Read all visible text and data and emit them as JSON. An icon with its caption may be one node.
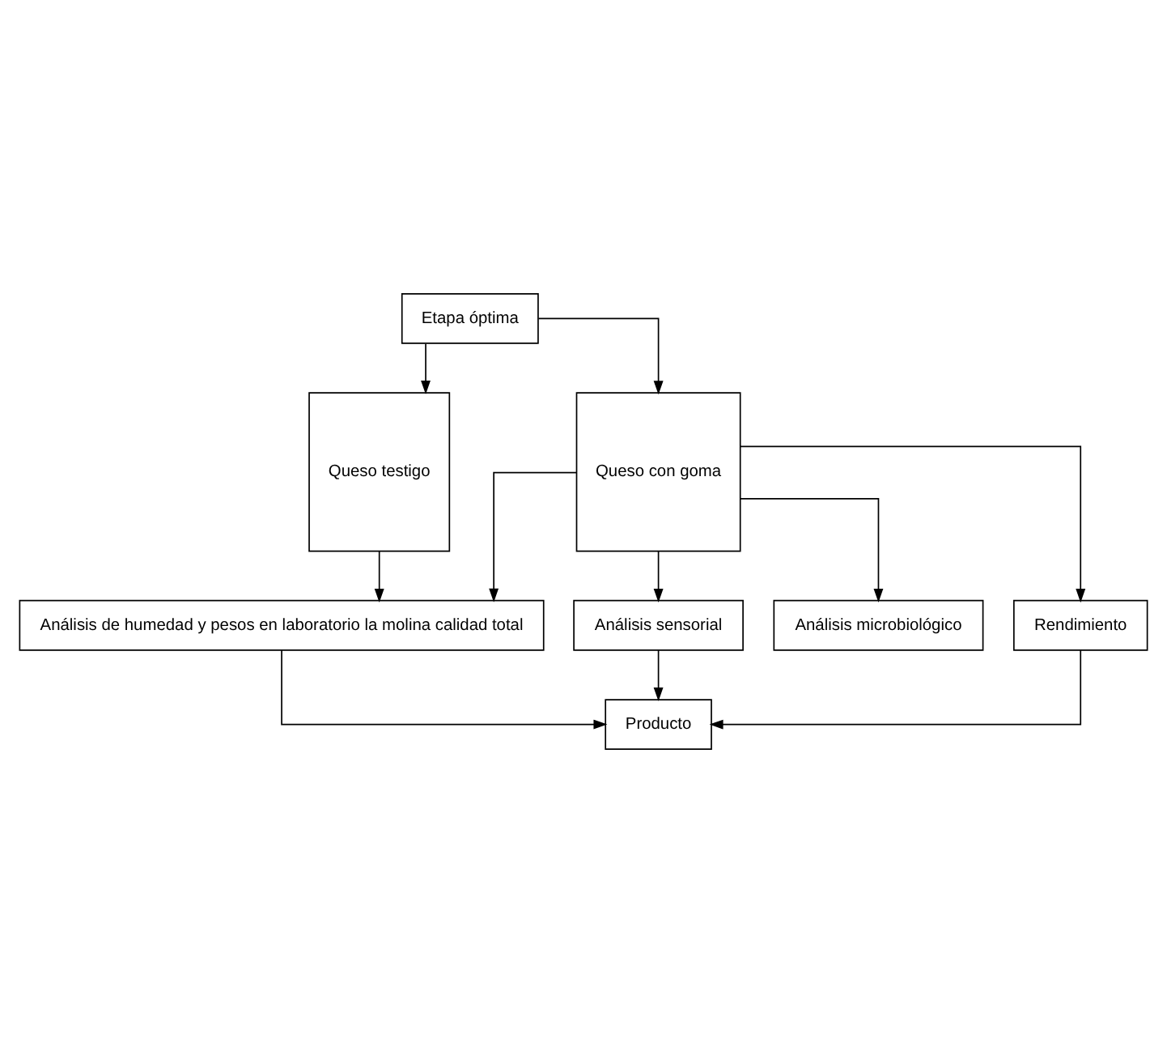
{
  "diagram": {
    "nodes": [
      {
        "text": [
          "Etapa óptima"
        ]
      },
      {
        "text": [
          "Queso testigo"
        ]
      },
      {
        "text": [
          "Queso con goma"
        ]
      },
      {
        "text": [
          "Análisis sensorial"
        ]
      },
      {
        "text": [
          "Análisis microbiológico"
        ]
      },
      {
        "text": [
          "Rendimiento"
        ]
      },
      {
        "text": [
          "Análisis de humedad y pesos en laboratorio la molina calidad total"
        ]
      },
      {
        "text": [
          "Producto"
        ]
      }
    ],
    "edges": [
      {
        "from": 0,
        "to": 1,
        "arrow": "to"
      },
      {
        "from": 0,
        "to": 2,
        "arrow": "to"
      },
      {
        "from": 2,
        "to": 3,
        "arrow": "to"
      },
      {
        "from": 2,
        "to": 4,
        "arrow": "to"
      },
      {
        "from": 2,
        "to": 5,
        "arrow": "to"
      },
      {
        "from": 1,
        "to": 6,
        "arrow": "to"
      },
      {
        "from": 2,
        "to": 6,
        "arrow": "to"
      },
      {
        "from": 3,
        "to": 7,
        "arrow": "to"
      },
      {
        "from": 5,
        "to": 7,
        "arrow": "to"
      },
      {
        "from": 6,
        "to": 7,
        "arrow": "to"
      }
    ]
  }
}
